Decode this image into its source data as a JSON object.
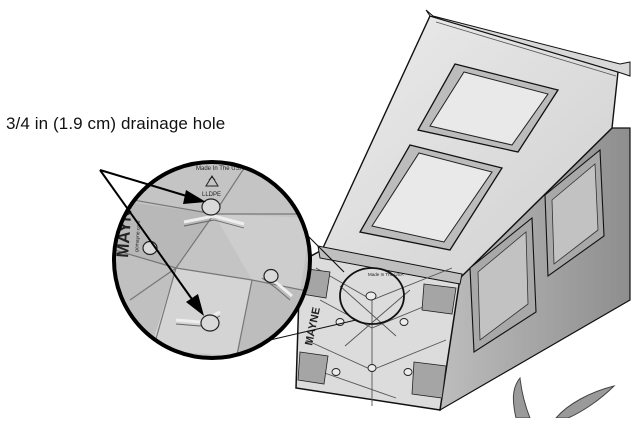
{
  "callout": {
    "label": "3/4 in (1.9 cm) drainage hole"
  },
  "stamp": {
    "made_in": "Made In The USA",
    "recycle_code": "LLDPE",
    "website": "gomayne.com"
  },
  "brand": {
    "logo_text": "MAYNE"
  },
  "colors": {
    "line": "#111111",
    "surface_light": "#e3e3e3",
    "surface_mid": "#c9c9c9",
    "surface_dark": "#9a9a9a"
  }
}
